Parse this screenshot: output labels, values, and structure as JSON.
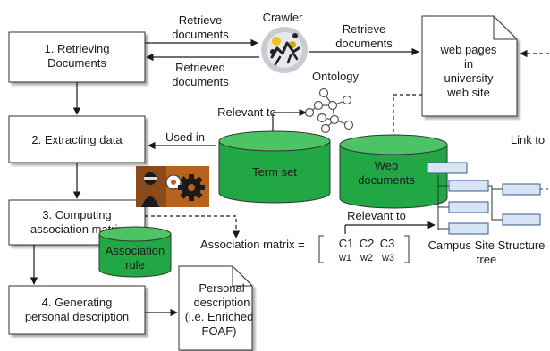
{
  "steps": [
    {
      "line1": "1. Retrieving",
      "line2": "Documents"
    },
    {
      "line1": "2. Extracting data",
      "line2": ""
    },
    {
      "line1": "3. Computing",
      "line2": "association matrix"
    },
    {
      "line1": "4. Generating",
      "line2": "personal description"
    }
  ],
  "edges": {
    "retrieve_docs_1": [
      "Retrieve",
      "documents"
    ],
    "retrieved_docs": [
      "Retrieved",
      "documents"
    ],
    "retrieve_docs_2": [
      "Retrieve",
      "documents"
    ],
    "relevant_to_top": "Relevant to",
    "used_in": "Used in",
    "link_to": "Link to",
    "relevant_to_bottom": "Relevant to"
  },
  "nodes": {
    "crawler": "Crawler",
    "ontology": "Ontology",
    "web_pages": [
      "web pages",
      "in",
      "university",
      "web site"
    ],
    "term_set": "Term set",
    "web_documents": [
      "Web",
      "documents"
    ],
    "association_rule": [
      "Association",
      "rule"
    ],
    "personal_description": [
      "Personal",
      "description",
      "(i.e. Enriched",
      "FOAF)"
    ],
    "campus_tree": [
      "Campus Site Structure",
      "tree"
    ]
  },
  "matrix": {
    "label": "Association matrix =",
    "headers": [
      "C1",
      "C2",
      "C3"
    ],
    "weights": [
      "w1",
      "w2",
      "w3"
    ]
  },
  "colors": {
    "cylinder_fill": "#22a745",
    "cylinder_top": "#4cc466",
    "tree_node_fill": "#d7e4f5",
    "tree_node_stroke": "#3a5a8c",
    "gear_bg": "#b8621e"
  }
}
